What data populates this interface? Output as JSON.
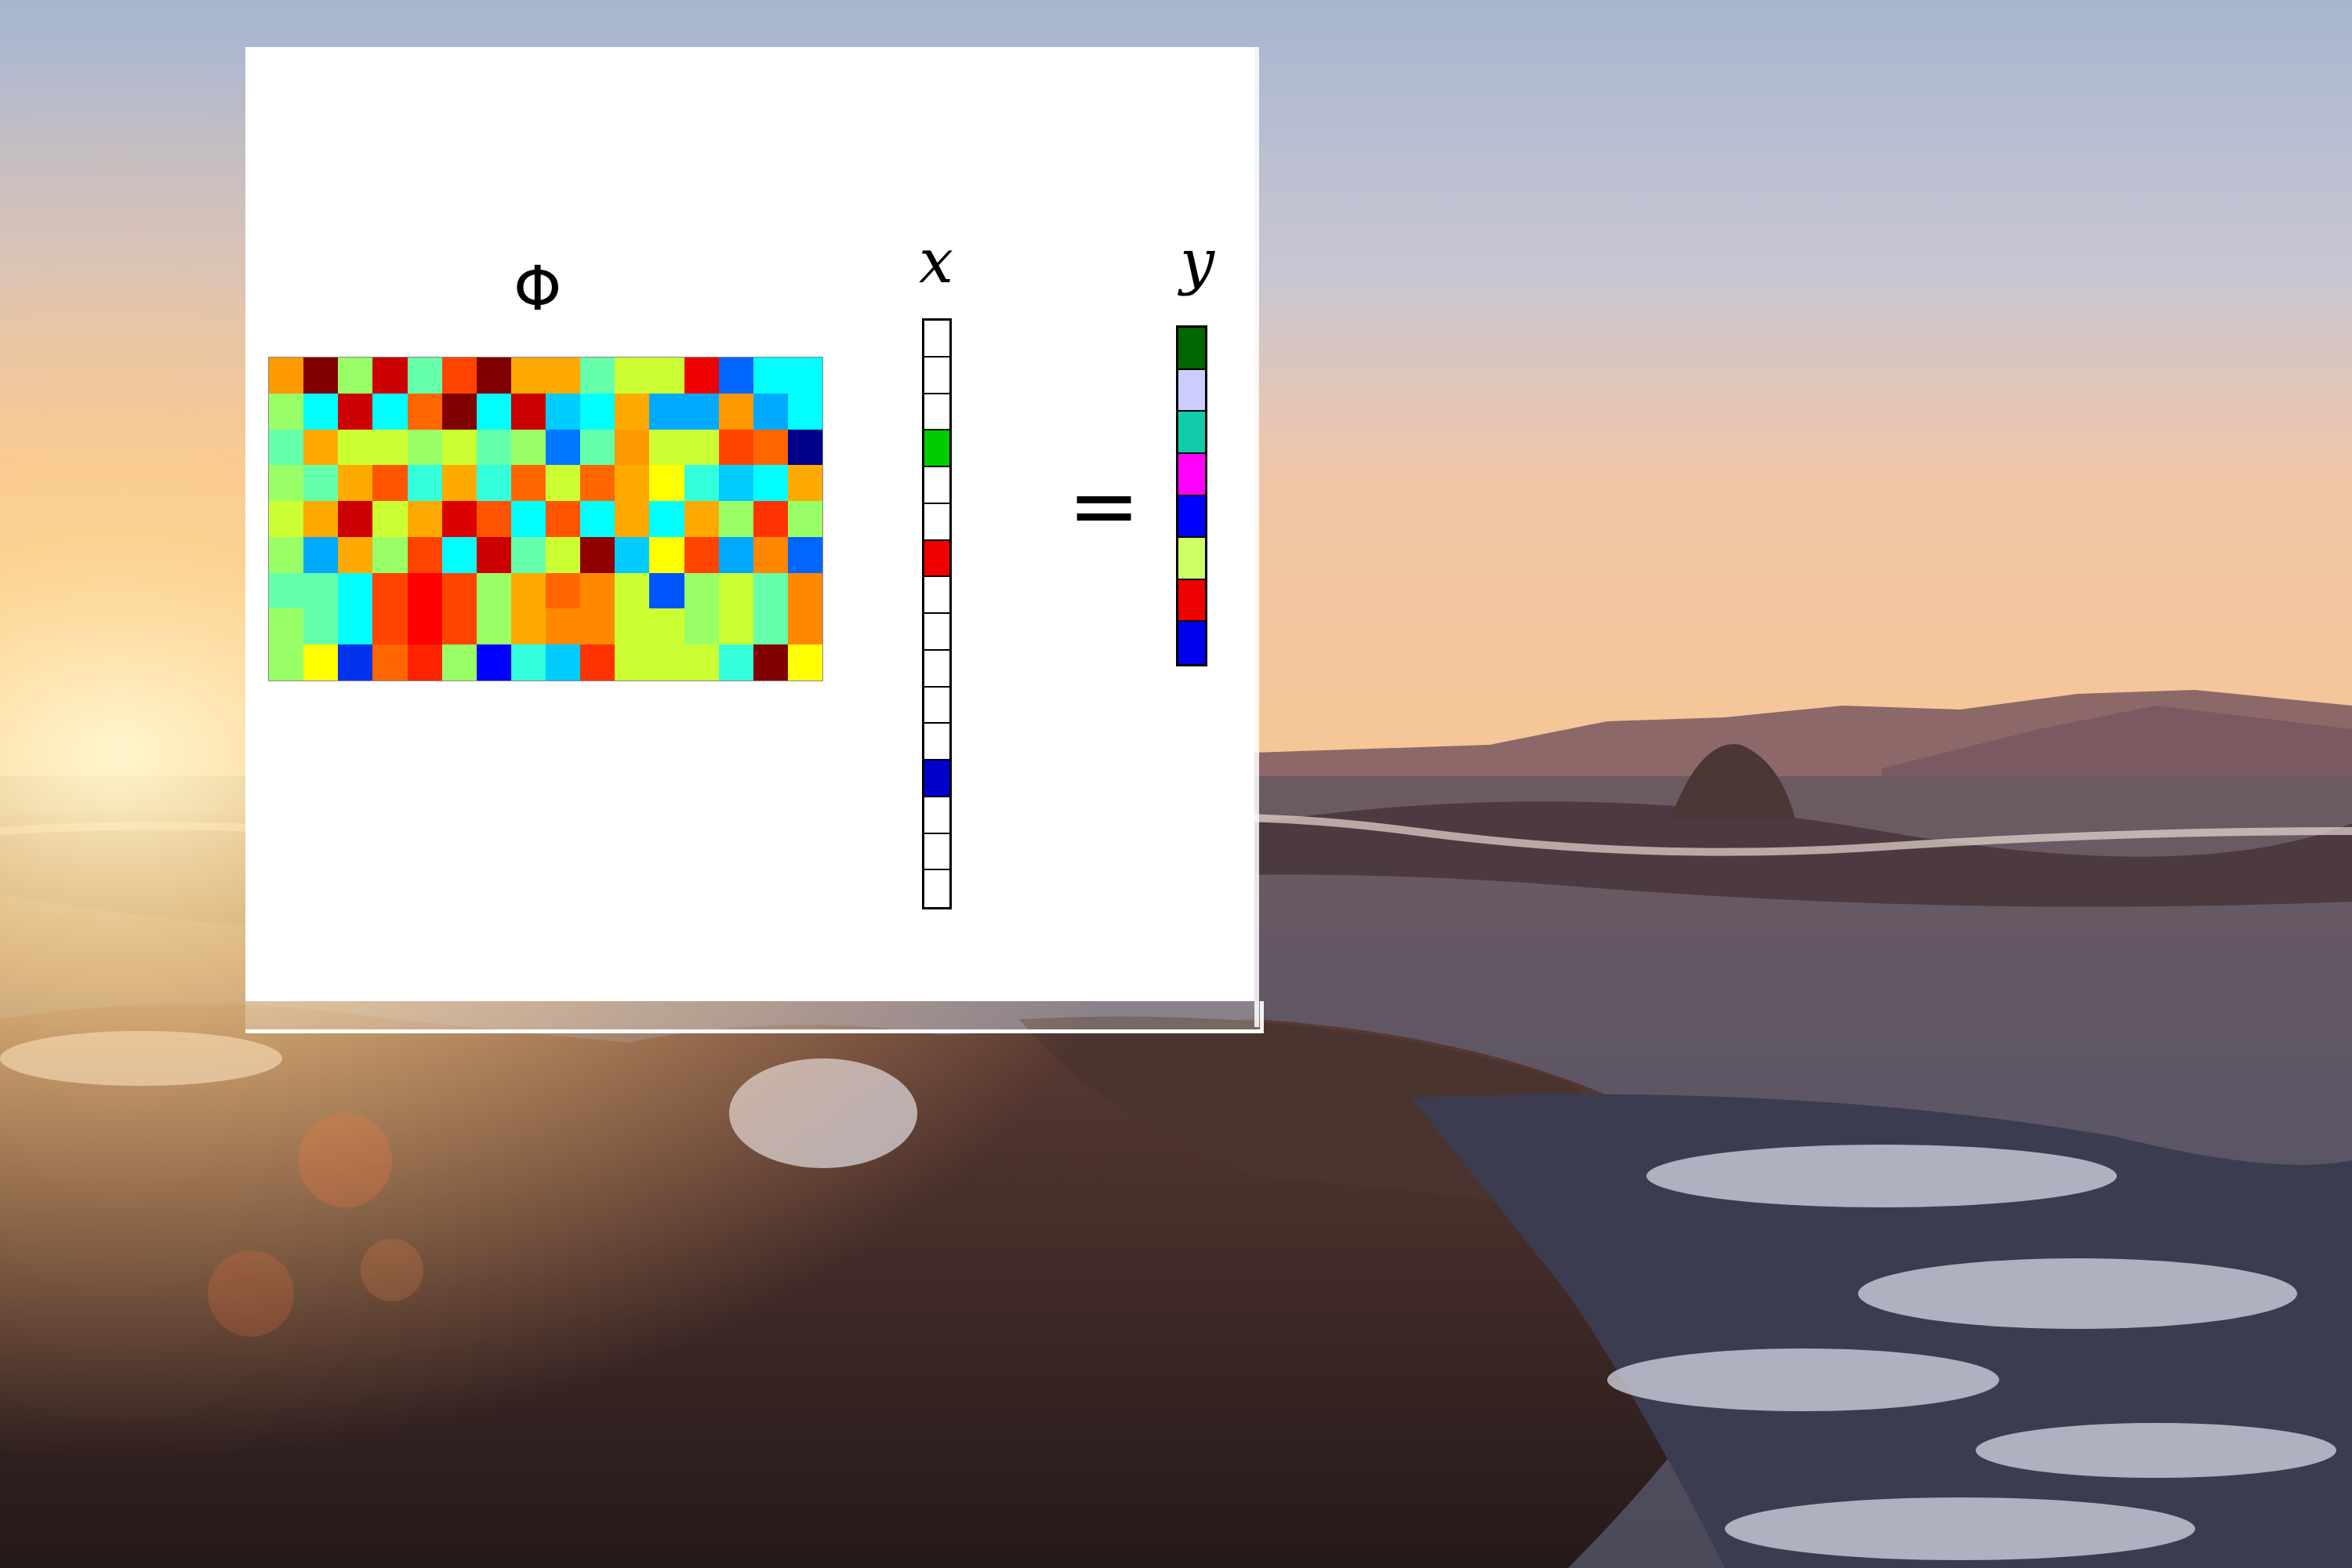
{
  "diagram": {
    "phi_label": "Φ",
    "x_label": "x",
    "y_label": "y",
    "equals_sign": "="
  },
  "phi_matrix": {
    "rows": 9,
    "cols": 16,
    "colors": [
      [
        "#ff9900",
        "#800000",
        "#99ff66",
        "#cc0000",
        "#66ffaa",
        "#ff4400",
        "#800000",
        "#ffaa00",
        "#ffaa00",
        "#66ffaa",
        "#ccff33",
        "#ccff33",
        "#ee0000",
        "#0066ff",
        "#00ffff",
        "#00ffff"
      ],
      [
        "#99ff66",
        "#00ffff",
        "#cc0000",
        "#00ffff",
        "#ff6600",
        "#800000",
        "#00ffff",
        "#cc0000",
        "#00ccff",
        "#00ffff",
        "#ffaa00",
        "#00aaff",
        "#00aaff",
        "#ff9900",
        "#00aaff",
        "#00ffff"
      ],
      [
        "#66ffaa",
        "#ffaa00",
        "#ccff33",
        "#ccff33",
        "#99ff66",
        "#ccff33",
        "#66ffaa",
        "#99ff66",
        "#0077ff",
        "#66ffaa",
        "#ff9900",
        "#ccff33",
        "#ccff33",
        "#ff4400",
        "#ff6600",
        "#000088"
      ],
      [
        "#99ff66",
        "#66ffaa",
        "#ffaa00",
        "#ff5500",
        "#33ffdd",
        "#ffaa00",
        "#33ffdd",
        "#ff6600",
        "#ccff33",
        "#ff6600",
        "#ffaa00",
        "#ffff00",
        "#33ffdd",
        "#00ccff",
        "#00ffff",
        "#ffaa00"
      ],
      [
        "#ccff33",
        "#ffaa00",
        "#cc0000",
        "#ccff33",
        "#ffaa00",
        "#dd0000",
        "#ff5500",
        "#00ffff",
        "#ff5500",
        "#00ffff",
        "#ffaa00",
        "#00ffff",
        "#ffaa00",
        "#99ff66",
        "#ff3300",
        "#99ff66"
      ],
      [
        "#99ff66",
        "#00aaff",
        "#ffaa00",
        "#99ff66",
        "#ff4400",
        "#00ffff",
        "#cc0000",
        "#66ffaa",
        "#ccff33",
        "#900000",
        "#00ccff",
        "#ffff00",
        "#ff4400",
        "#00aaff",
        "#ff8800",
        "#0066ff"
      ],
      [
        "#66ffaa",
        "#66ffaa",
        "#00ffff",
        "#ff4400",
        "#ff0000",
        "#ff4400",
        "#99ff66",
        "#ffaa00",
        "#ff6600",
        "#ff8800",
        "#ccff33",
        "#0055ff",
        "#99ff66",
        "#ccff33",
        "#66ffaa",
        "#ff8800"
      ],
      [
        "#99ff66",
        "#66ffaa",
        "#00ffff",
        "#ff4400",
        "#ff0000",
        "#ff4400",
        "#99ff66",
        "#ffaa00",
        "#ff8800",
        "#ff8800",
        "#ccff33",
        "#ccff33",
        "#99ff66",
        "#ccff33",
        "#66ffaa",
        "#ff8800"
      ],
      [
        "#99ff66",
        "#ffff00",
        "#0033ee",
        "#ff6600",
        "#ff2200",
        "#99ff66",
        "#0000ff",
        "#33ffdd",
        "#00ccff",
        "#ff3300",
        "#ccff33",
        "#ccff33",
        "#ccff33",
        "#33ffdd",
        "#800000",
        "#ffff00"
      ]
    ]
  },
  "x_vector": {
    "length": 16,
    "colors": [
      "#ffffff",
      "#ffffff",
      "#ffffff",
      "#00cc00",
      "#ffffff",
      "#ffffff",
      "#ee0000",
      "#ffffff",
      "#ffffff",
      "#ffffff",
      "#ffffff",
      "#ffffff",
      "#0000cc",
      "#ffffff",
      "#ffffff",
      "#ffffff"
    ]
  },
  "y_vector": {
    "length": 8,
    "colors": [
      "#006600",
      "#ccccff",
      "#11ccaa",
      "#ff00ff",
      "#0000ff",
      "#ccff66",
      "#ee0000",
      "#0000ee"
    ]
  },
  "background": {
    "sky_top": "#9fb1cc",
    "horizon": "#f4c59a",
    "sun": "#fff4c8",
    "sea": "#5d5a6a",
    "rock": "#3a2a28",
    "foam": "#cfd3e2",
    "hills": "#8a6668"
  }
}
